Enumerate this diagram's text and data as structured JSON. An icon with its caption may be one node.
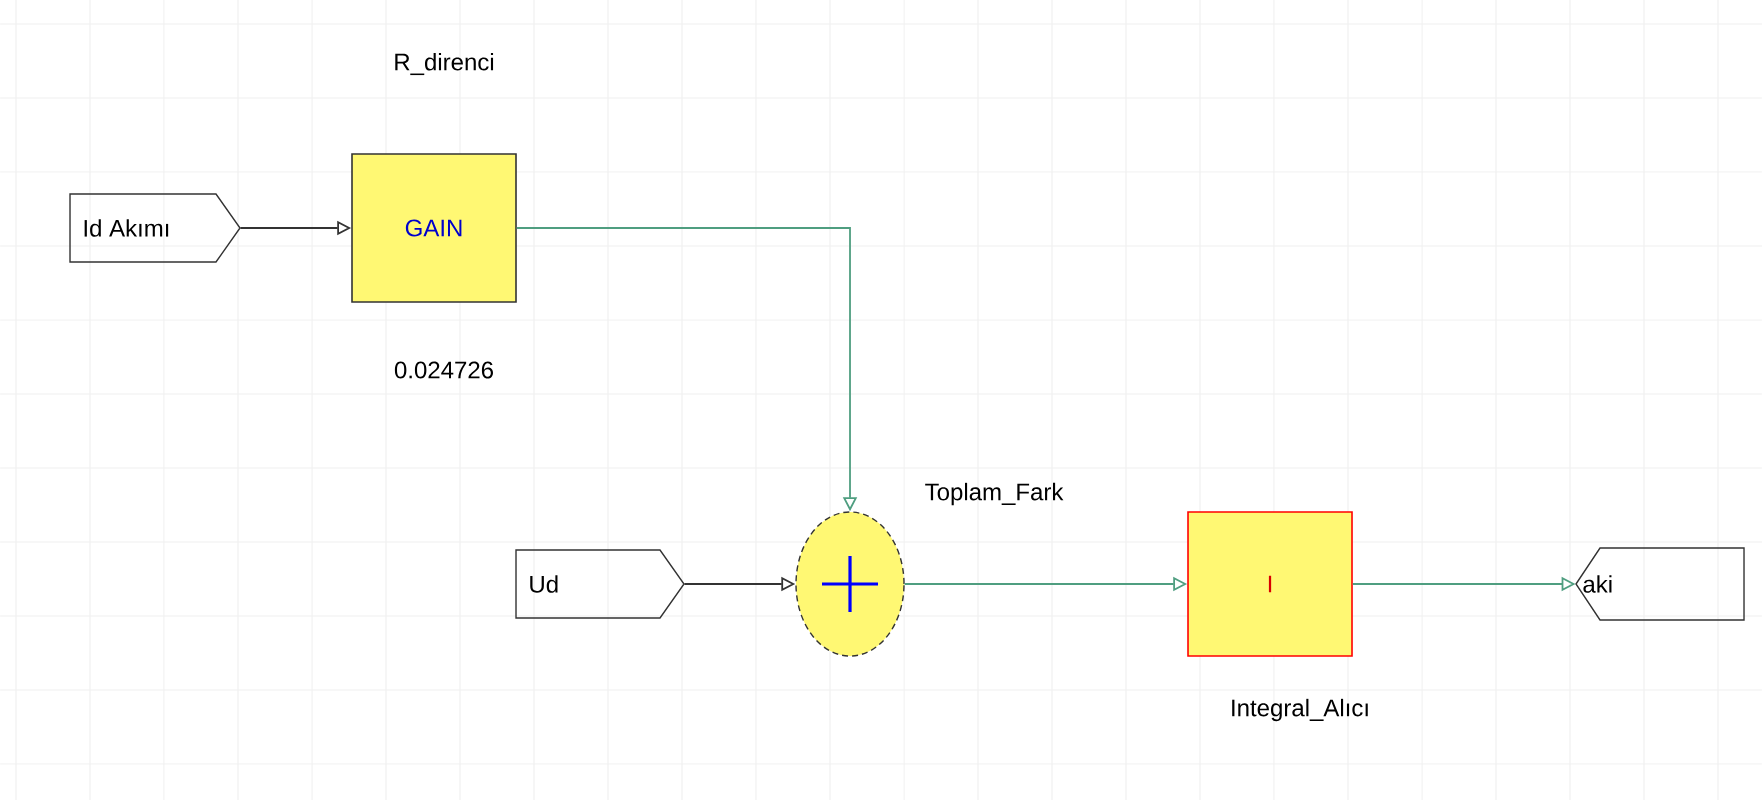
{
  "diagram": {
    "nodes": [
      {
        "text": [
          "Id Akımı"
        ]
      },
      {
        "text": [
          "GAIN"
        ],
        "beside": [
          "R_direnci",
          "0.024726"
        ]
      },
      {
        "text": [
          "Ud"
        ]
      },
      {
        "text": [],
        "shape": "circle",
        "beside": [
          "Toplam_Fark"
        ]
      },
      {
        "text": [
          "I"
        ],
        "beside": [
          "Integral_Alıcı"
        ]
      },
      {
        "text": [
          "aki"
        ]
      }
    ],
    "edges": [
      {
        "from": 0,
        "to": 1,
        "arrow": "to",
        "color": "#333333"
      },
      {
        "from": 1,
        "to": 3,
        "arrow": "to"
      },
      {
        "from": 2,
        "to": 3,
        "arrow": "to",
        "color": "#333333"
      },
      {
        "from": 3,
        "to": 4,
        "arrow": "to"
      },
      {
        "from": 4,
        "to": 5,
        "arrow": "to"
      }
    ]
  }
}
